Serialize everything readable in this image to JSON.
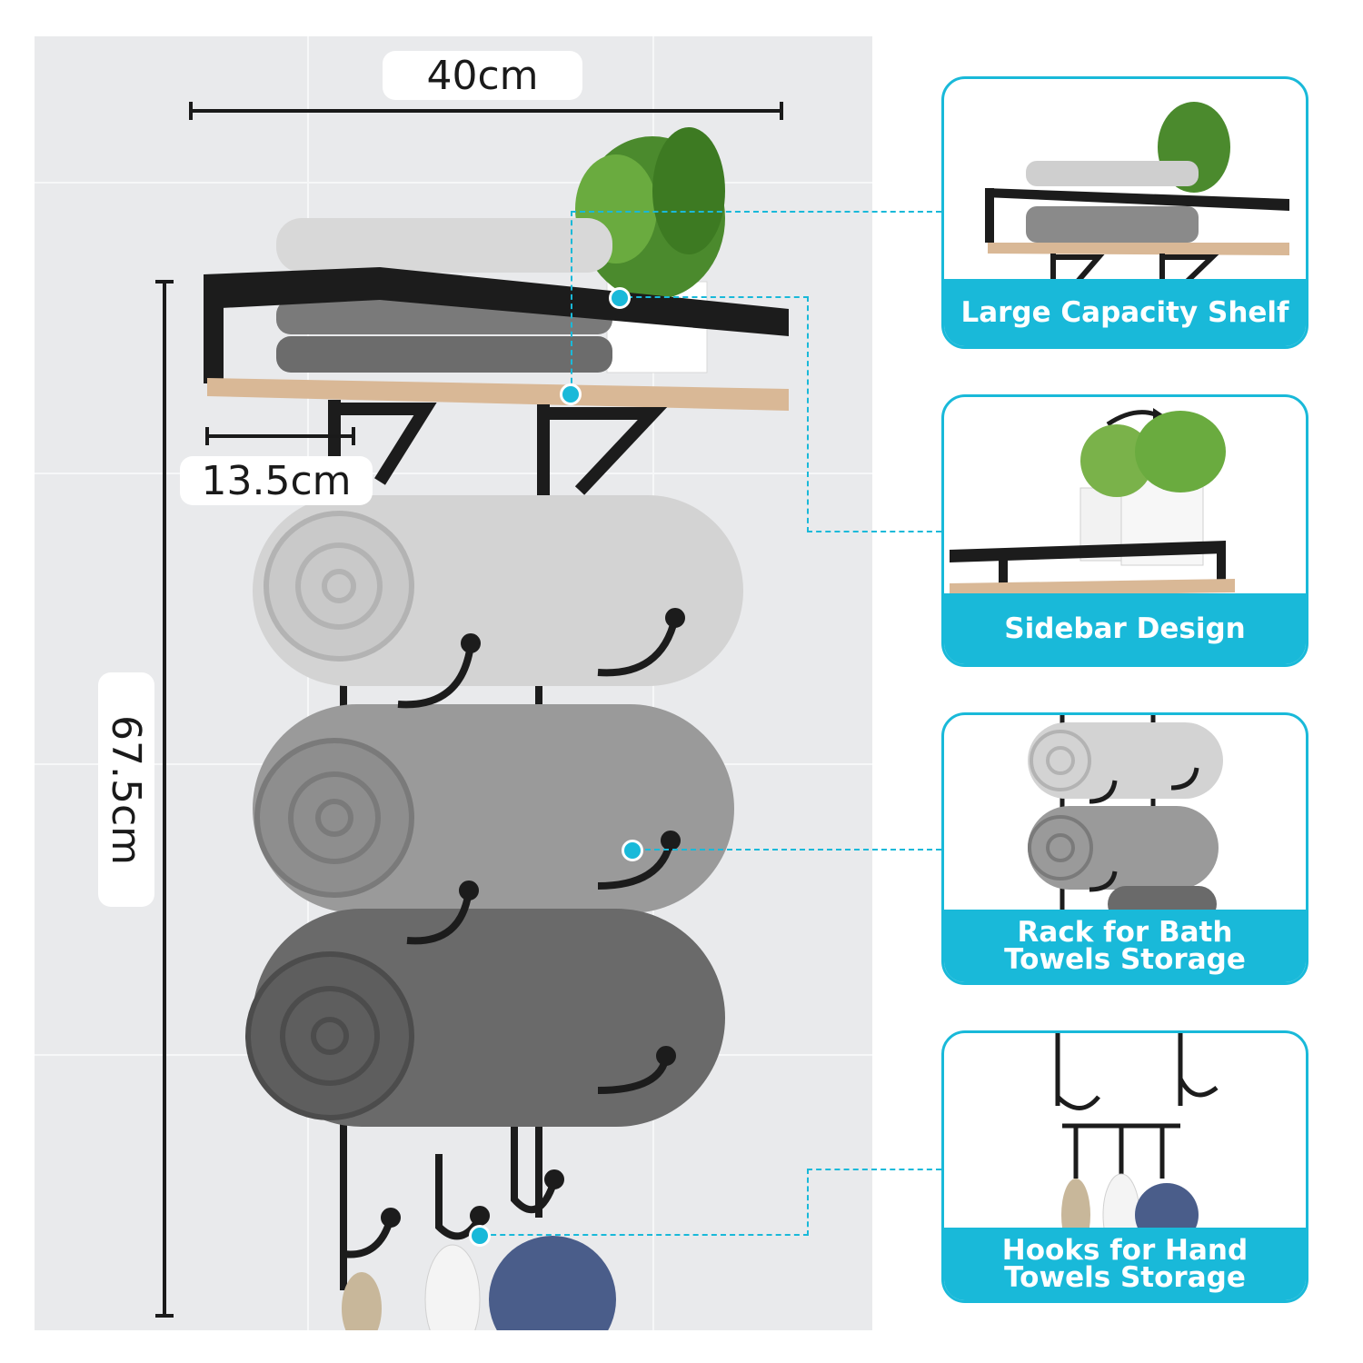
{
  "dimensions": {
    "width_label": "40cm",
    "depth_label": "13.5cm",
    "height_label": "67.5cm"
  },
  "features": [
    {
      "label": "Large Capacity Shelf"
    },
    {
      "label": "Sidebar Design"
    },
    {
      "label": "Rack for Bath\nTowels Storage"
    },
    {
      "label": "Hooks for Hand\nTowels Storage"
    }
  ],
  "colors": {
    "accent": "#19b9d9",
    "metal": "#1a1a1a",
    "wood": "#d9b896",
    "wall": "#e9eaec"
  }
}
